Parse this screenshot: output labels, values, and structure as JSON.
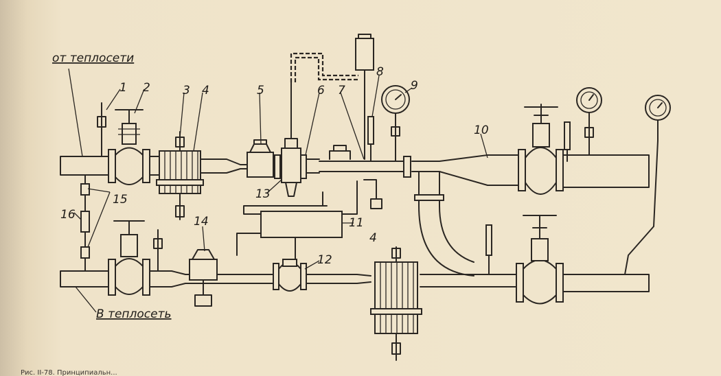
{
  "labels": {
    "from_network": "от теплосети",
    "to_network": "В теплосеть",
    "caption_fragment": "Рис. II-78. Принципиальн..."
  },
  "callouts": [
    "1",
    "2",
    "3",
    "4",
    "5",
    "6",
    "7",
    "8",
    "9",
    "10",
    "11",
    "12",
    "13",
    "14",
    "15",
    "16",
    "4"
  ],
  "colors": {
    "paper": "#efe3c9",
    "ink": "#2a2622"
  }
}
